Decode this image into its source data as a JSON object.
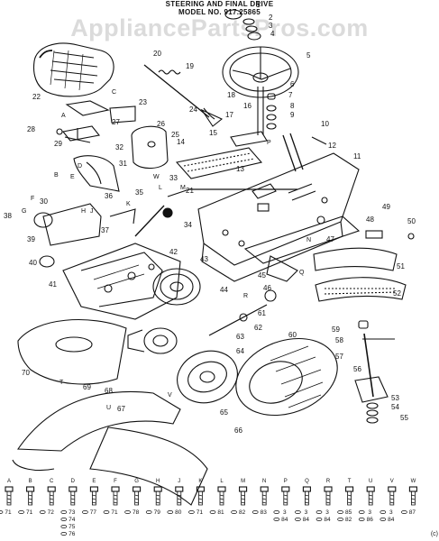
{
  "header": {
    "title_line1": "STEERING AND FINAL DRIVE",
    "title_line2": "MODEL NO. 917.25865"
  },
  "watermark": "AppliancePartsPros.com",
  "copyright": "(c)",
  "colors": {
    "ink": "#111111",
    "watermark": "#bebebe",
    "background": "#ffffff"
  },
  "callouts": [
    "1",
    "2",
    "3",
    "4",
    "5",
    "6",
    "7",
    "8",
    "9",
    "10",
    "11",
    "12",
    "13",
    "14",
    "15",
    "16",
    "17",
    "18",
    "19",
    "20",
    "21",
    "22",
    "23",
    "24",
    "25",
    "26",
    "27",
    "28",
    "29",
    "30",
    "31",
    "32",
    "33",
    "34",
    "35",
    "36",
    "37",
    "38",
    "39",
    "40",
    "41",
    "42",
    "43",
    "44",
    "45",
    "46",
    "47",
    "48",
    "49",
    "50",
    "51",
    "52",
    "53",
    "54",
    "55",
    "56",
    "57",
    "58",
    "59",
    "60",
    "61",
    "62",
    "63",
    "64",
    "65",
    "66",
    "67",
    "68",
    "69",
    "70"
  ],
  "letter_callouts": [
    "A",
    "B",
    "C",
    "D",
    "E",
    "F",
    "G",
    "H",
    "J",
    "K",
    "L",
    "M",
    "N",
    "P",
    "Q",
    "R",
    "T",
    "U",
    "V",
    "W"
  ],
  "hardware_legend": [
    {
      "letter": "A",
      "nums": [
        "71"
      ]
    },
    {
      "letter": "B",
      "nums": [
        "71"
      ]
    },
    {
      "letter": "C",
      "nums": [
        "72"
      ]
    },
    {
      "letter": "D",
      "nums": [
        "73",
        "74",
        "75",
        "76"
      ]
    },
    {
      "letter": "E",
      "nums": [
        "77"
      ]
    },
    {
      "letter": "F",
      "nums": [
        "71"
      ]
    },
    {
      "letter": "G",
      "nums": [
        "78"
      ]
    },
    {
      "letter": "H",
      "nums": [
        "79"
      ]
    },
    {
      "letter": "J",
      "nums": [
        "80"
      ]
    },
    {
      "letter": "K",
      "nums": [
        "71"
      ]
    },
    {
      "letter": "L",
      "nums": [
        "81"
      ]
    },
    {
      "letter": "M",
      "nums": [
        "82"
      ]
    },
    {
      "letter": "N",
      "nums": [
        "83"
      ]
    },
    {
      "letter": "P",
      "nums": [
        "3",
        "84"
      ]
    },
    {
      "letter": "Q",
      "nums": [
        "3",
        "84"
      ]
    },
    {
      "letter": "R",
      "nums": [
        "3",
        "84"
      ]
    },
    {
      "letter": "T",
      "nums": [
        "85",
        "82"
      ]
    },
    {
      "letter": "U",
      "nums": [
        "3",
        "86"
      ]
    },
    {
      "letter": "V",
      "nums": [
        "3",
        "84"
      ]
    },
    {
      "letter": "W",
      "nums": [
        "87"
      ]
    }
  ]
}
